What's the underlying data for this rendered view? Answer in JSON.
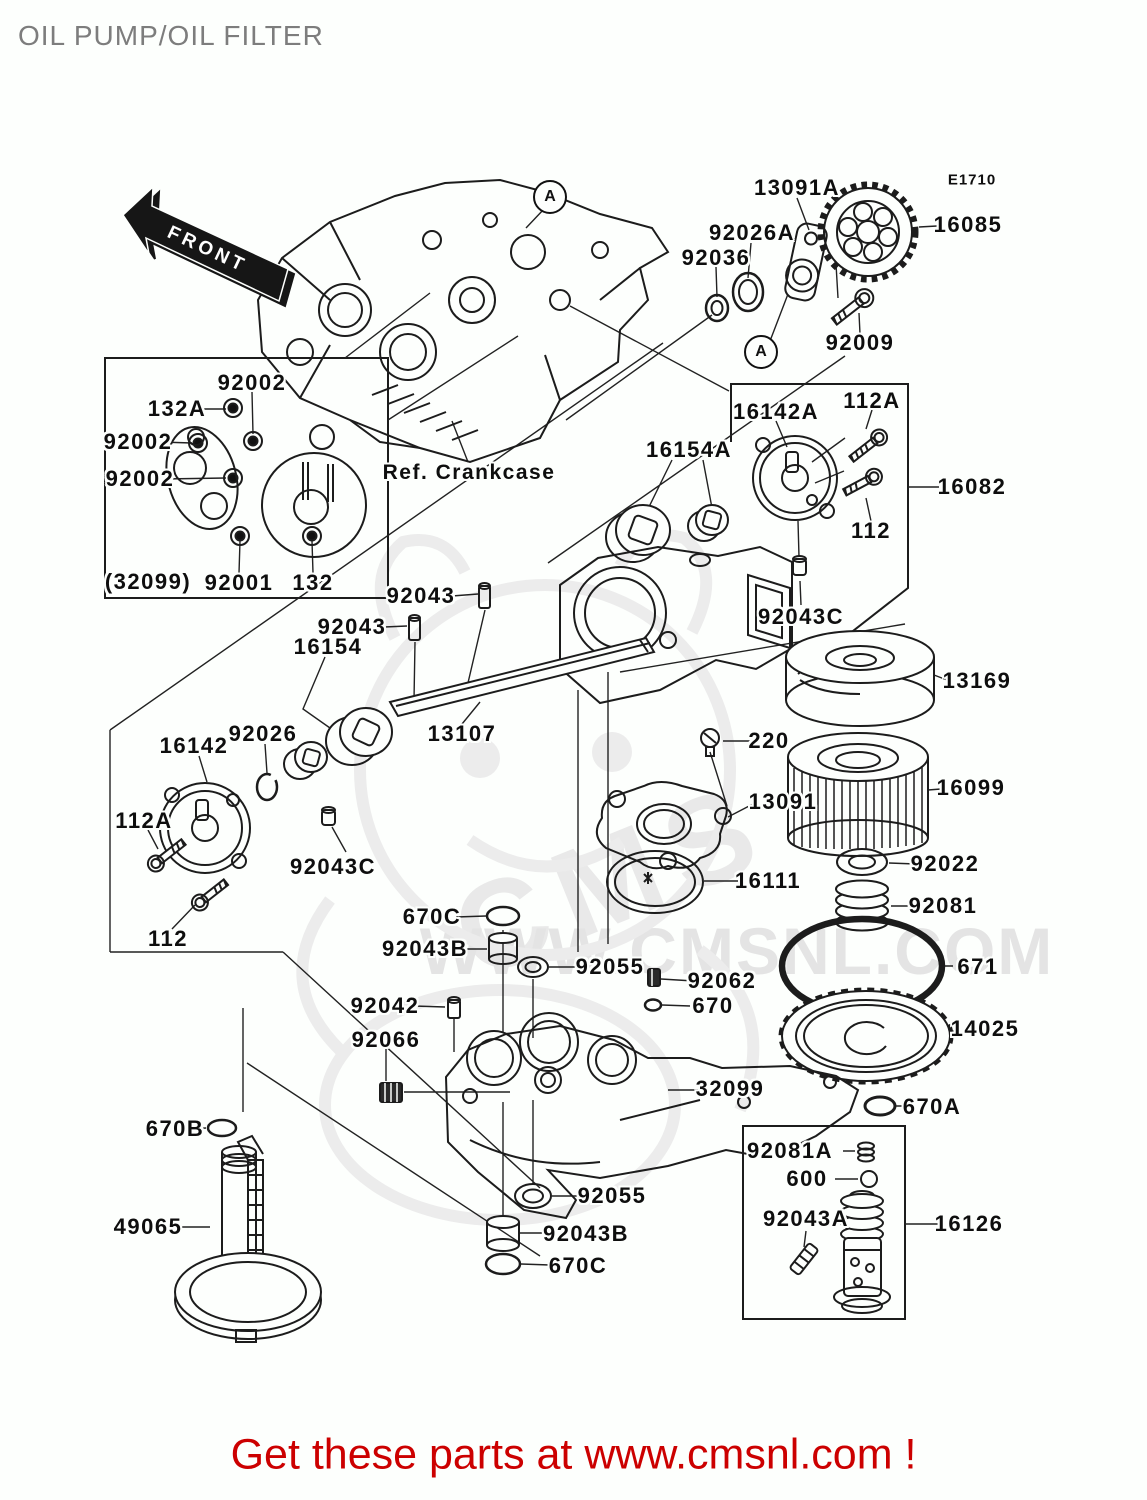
{
  "page": {
    "title": "OIL PUMP/OIL FILTER",
    "diagram_code": "E1710",
    "front_marker": "FRONT",
    "view_marker": "A",
    "ref_crankcase": "Ref. Crankcase",
    "watermark": {
      "brand": "CMS",
      "url": "WWW.CMSNL.COM"
    },
    "footer_link": "Get these parts at www.cmsnl.com !"
  },
  "colors": {
    "background": "#fdfffd",
    "line_art": "#1c1c1c",
    "label_text": "#0e0e0e",
    "title_text": "#7d7d7d",
    "footer_text": "#cc0000",
    "watermark": "#e9e9e9"
  },
  "labels": [
    "E1710",
    "13091A",
    "16085",
    "92026A",
    "92036",
    "92009",
    "92002",
    "132A",
    "92002",
    "92002",
    "(32099)",
    "92001",
    "132",
    "Ref. Crankcase",
    "16154A",
    "16142A",
    "112A",
    "16082",
    "112",
    "92043C",
    "92043",
    "92043",
    "16154",
    "13107",
    "16142",
    "92026",
    "112A",
    "92043C",
    "112",
    "13169",
    "220",
    "13091",
    "16099",
    "92022",
    "16111",
    "92081",
    "671",
    "14025",
    "670A",
    "670C",
    "92043B",
    "92055",
    "92062",
    "670",
    "92042",
    "92066",
    "32099",
    "92055",
    "92043B",
    "670C",
    "670B",
    "49065",
    "92081A",
    "600",
    "92043A",
    "16126"
  ]
}
